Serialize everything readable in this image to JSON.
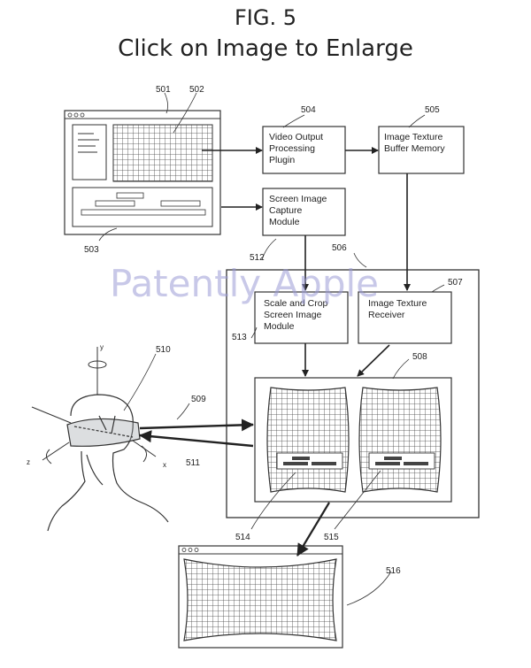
{
  "header": {
    "title": "FIG. 5",
    "subtitle": "Click on Image to Enlarge"
  },
  "watermark": "Patently Apple",
  "boxes": {
    "b504": [
      "Video Output",
      "Processing",
      "Plugin"
    ],
    "b505": [
      "Image Texture",
      "Buffer Memory"
    ],
    "b512": [
      "Screen Image",
      "Capture",
      "Module"
    ],
    "b513": [
      "Scale and Crop",
      "Screen Image",
      "Module"
    ],
    "b507": [
      "Image Texture",
      "Receiver"
    ]
  },
  "refs": {
    "r501": "501",
    "r502": "502",
    "r503": "503",
    "r504": "504",
    "r505": "505",
    "r506": "506",
    "r507": "507",
    "r508": "508",
    "r509": "509",
    "r510": "510",
    "r511": "511",
    "r512": "512",
    "r513": "513",
    "r514": "514",
    "r515": "515",
    "r516": "516"
  },
  "axes": {
    "y": "y",
    "z": "z",
    "x": "x"
  }
}
